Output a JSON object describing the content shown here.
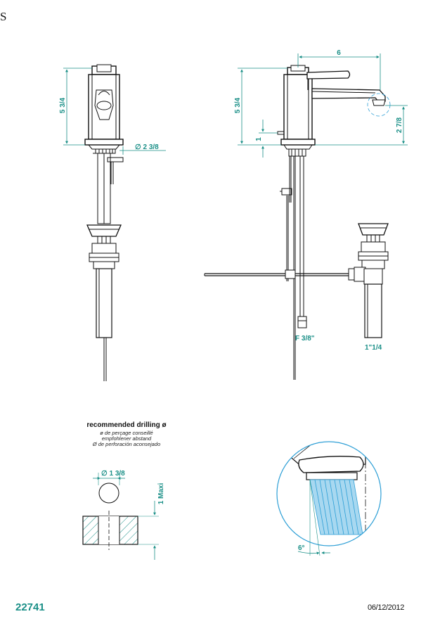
{
  "header": {
    "corner_mark": "S"
  },
  "side_view": {
    "height_label": "5 3/4",
    "base_diameter_label": "∅ 2 3/8"
  },
  "front_view": {
    "reach_label": "6",
    "height_label": "5 3/4",
    "spout_height_label": "2 7/8",
    "lever_label": "1",
    "supply_label": "F 3/8\"",
    "drain_label": "1\"1/4"
  },
  "drilling": {
    "title": "recommended drilling ø",
    "subtitle_fr": "ø de perçage conseillé",
    "subtitle_de": "empfohlener abstand",
    "subtitle_es": "Ø de perforación aconsejado",
    "hole_label": "∅ 1 3/8",
    "thickness_label": "1 Maxi"
  },
  "aerator_detail": {
    "angle_label": "6°"
  },
  "footer": {
    "code": "22741",
    "date": "06/12/2012"
  },
  "colors": {
    "dimension": "#1a8f87",
    "water": "#a8d8f0",
    "detail_circle": "#2e9fd6",
    "line": "#111111"
  }
}
